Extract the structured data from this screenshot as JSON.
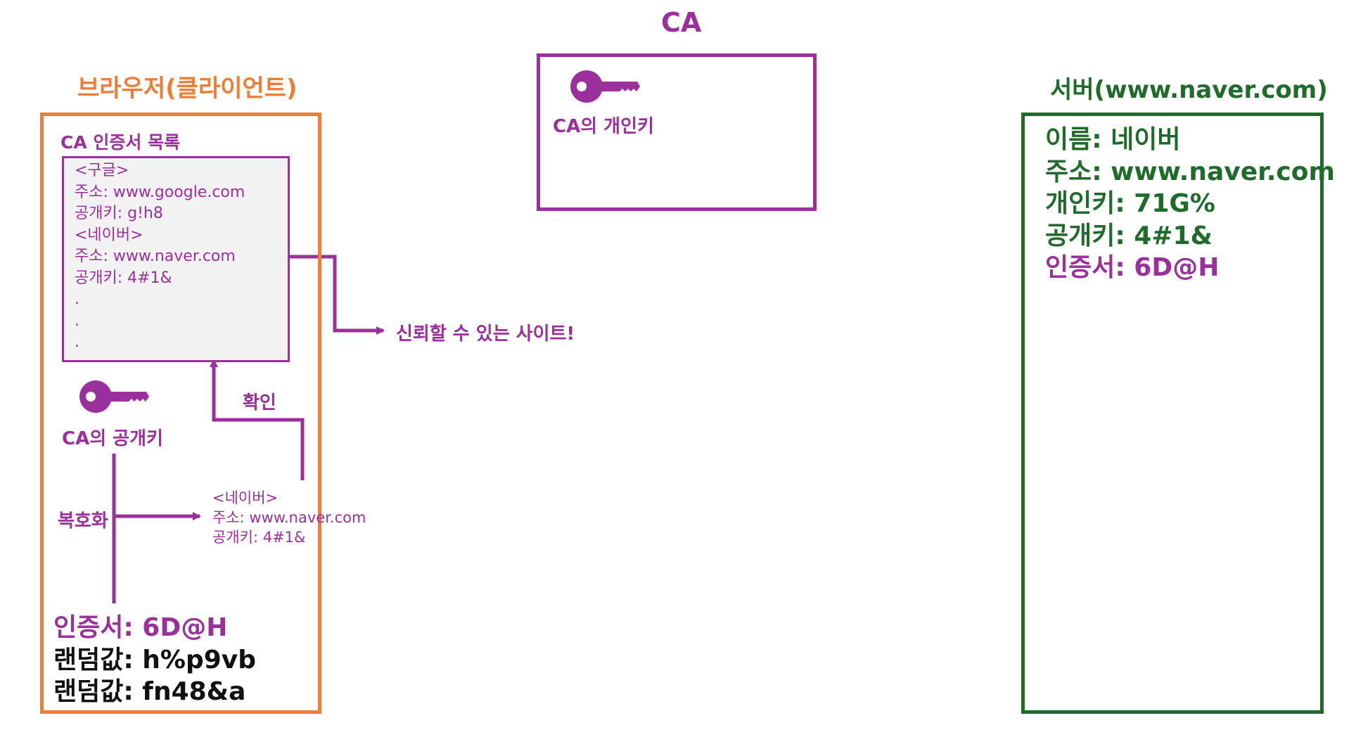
{
  "ca": {
    "title": "CA",
    "private_key_label": "CA의 개인키"
  },
  "browser": {
    "title": "브라우저(클라이언트)",
    "cert_list_title": "CA 인증서 목록",
    "cert_list_lines": [
      "<구글>",
      "주소: www.google.com",
      "공개키: g!h8",
      "<네이버>",
      "주소: www.naver.com",
      "공개키: 4#1&",
      ".",
      ".",
      "."
    ],
    "public_key_label": "CA의 공개키",
    "decrypt_label": "복호화",
    "confirm_label": "확인",
    "decrypted_lines": [
      "<네이버>",
      "주소: www.naver.com",
      "공개키: 4#1&"
    ],
    "certificate": "인증서: 6D@H",
    "random_1": "랜덤값: h%p9vb",
    "random_2": "랜덤값: fn48&a"
  },
  "trusted_label": "신뢰할 수 있는 사이트!",
  "server": {
    "title": "서버(www.naver.com)",
    "name": "이름: 네이버",
    "address": "주소: www.naver.com",
    "private_key": "개인키: 71G%",
    "public_key": "공개키: 4#1&",
    "certificate": "인증서: 6D@H"
  },
  "colors": {
    "purple": "#9b2f9b",
    "orange": "#ee7d37",
    "green": "#1f6b2a",
    "list_bg": "#f2f2f2"
  },
  "icons": [
    "key-icon"
  ]
}
